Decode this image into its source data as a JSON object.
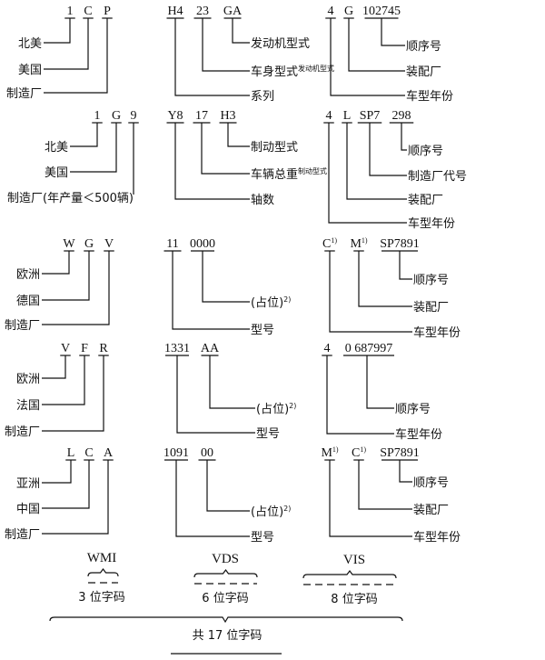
{
  "examples": [
    {
      "wmi": {
        "codes": [
          {
            "text": "1"
          },
          {
            "text": "C"
          },
          {
            "text": "P"
          }
        ],
        "labels": [
          "北美",
          "美国",
          "制造厂"
        ]
      },
      "vds": {
        "codes": [
          {
            "text": "H4"
          },
          {
            "text": "23"
          },
          {
            "text": "GA"
          }
        ],
        "labels": [
          "系列",
          "车身型式",
          "发动机型式"
        ]
      },
      "vis": {
        "codes": [
          {
            "text": "4"
          },
          {
            "text": "G"
          },
          {
            "text": "102745"
          }
        ],
        "labels": [
          "车型年份",
          "装配厂",
          "顺序号"
        ]
      }
    },
    {
      "wmi": {
        "codes": [
          {
            "text": "1"
          },
          {
            "text": "G"
          },
          {
            "text": "9"
          }
        ],
        "labels": [
          "北美",
          "美国",
          "制造厂(年产量＜500辆)"
        ]
      },
      "vds": {
        "codes": [
          {
            "text": "Y8"
          },
          {
            "text": "17"
          },
          {
            "text": "H3"
          }
        ],
        "labels": [
          "轴数",
          "车辆总重",
          "制动型式"
        ]
      },
      "vis": {
        "codes": [
          {
            "text": "4"
          },
          {
            "text": "L"
          },
          {
            "text": "SP7"
          },
          {
            "text": "298"
          }
        ],
        "labels": [
          "车型年份",
          "装配厂",
          "制造厂代号",
          "顺序号"
        ]
      }
    },
    {
      "wmi": {
        "codes": [
          {
            "text": "W"
          },
          {
            "text": "G"
          },
          {
            "text": "V"
          }
        ],
        "labels": [
          "欧洲",
          "德国",
          "制造厂"
        ]
      },
      "vds": {
        "codes": [
          {
            "text": "11"
          },
          {
            "text": "0000"
          }
        ],
        "labels": [
          "型号",
          "(占位)",
          "2)"
        ]
      },
      "vis": {
        "codes": [
          {
            "text": "C",
            "sup": "1)"
          },
          {
            "text": "M",
            "sup": "1)"
          },
          {
            "text": "SP7891"
          }
        ],
        "labels": [
          "车型年份",
          "装配厂",
          "顺序号"
        ]
      }
    },
    {
      "wmi": {
        "codes": [
          {
            "text": "V"
          },
          {
            "text": "F"
          },
          {
            "text": "R"
          }
        ],
        "labels": [
          "欧洲",
          "法国",
          "制造厂"
        ]
      },
      "vds": {
        "codes": [
          {
            "text": "1331"
          },
          {
            "text": "AA"
          }
        ],
        "labels": [
          "型号",
          "(占位)",
          "2)"
        ]
      },
      "vis": {
        "codes": [
          {
            "text": "4"
          },
          {
            "text": "0  687997"
          }
        ],
        "labels": [
          "车型年份",
          "顺序号"
        ]
      }
    },
    {
      "wmi": {
        "codes": [
          {
            "text": "L"
          },
          {
            "text": "C"
          },
          {
            "text": "A"
          }
        ],
        "labels": [
          "亚洲",
          "中国",
          "制造厂"
        ]
      },
      "vds": {
        "codes": [
          {
            "text": "1091"
          },
          {
            "text": "00"
          }
        ],
        "labels": [
          "型号",
          "(占位)",
          "2)"
        ]
      },
      "vis": {
        "codes": [
          {
            "text": "M",
            "sup": "1)"
          },
          {
            "text": "C",
            "sup": "1)"
          },
          {
            "text": "SP7891"
          }
        ],
        "labels": [
          "车型年份",
          "装配厂",
          "顺序号"
        ]
      }
    }
  ],
  "sections": [
    {
      "name": "WMI",
      "count": "3 位字码"
    },
    {
      "name": "VDS",
      "count": "6 位字码"
    },
    {
      "name": "VIS",
      "count": "8 位字码"
    }
  ],
  "total": "共 17 位字码"
}
